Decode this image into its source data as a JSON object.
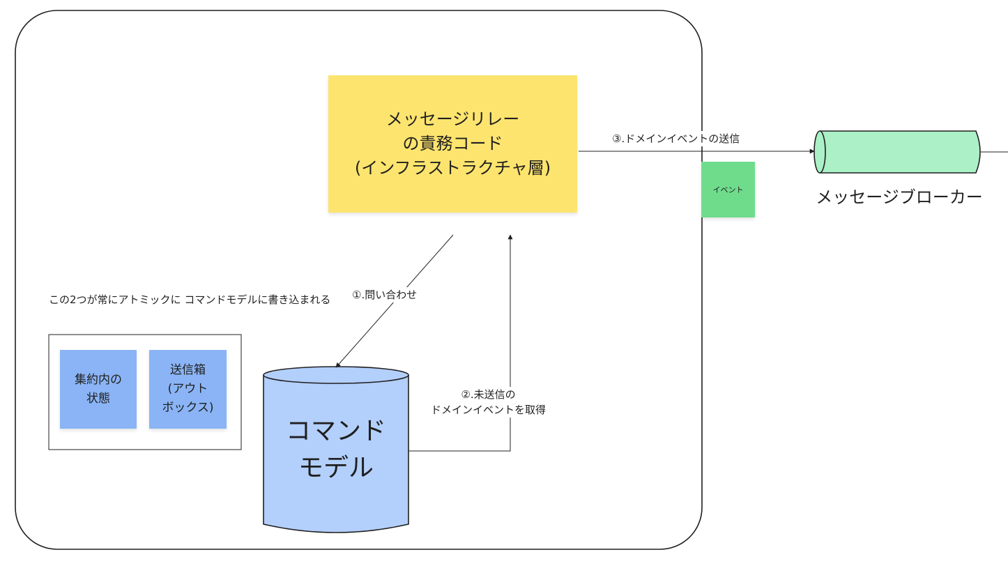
{
  "notes": {
    "relay": "メッセージリレー\nの責務コード\n(インフラストラクチャ層)",
    "event": "イベント",
    "aggregate_state": "集約内の\n状態",
    "outbox": "送信箱\n(アウト\nボックス)"
  },
  "database": {
    "label": "コマンド\nモデル"
  },
  "edges": {
    "query": "①.問い合わせ",
    "fetch": "②.未送信の\nドメインイベントを取得",
    "send": "③.ドメインイベントの送信"
  },
  "broker": {
    "label": "メッセージブローカー"
  },
  "caption": {
    "atomic": "この2つが常にアトミックに\nコマンドモデルに書き込まれる"
  },
  "colors": {
    "relay_note": "#fde46e",
    "event_note": "#6fdc8c",
    "blue_note": "#8ab4f5",
    "database_fill": "#b3cffb",
    "broker_fill": "#abf0c7",
    "line": "#1f1f1f"
  }
}
